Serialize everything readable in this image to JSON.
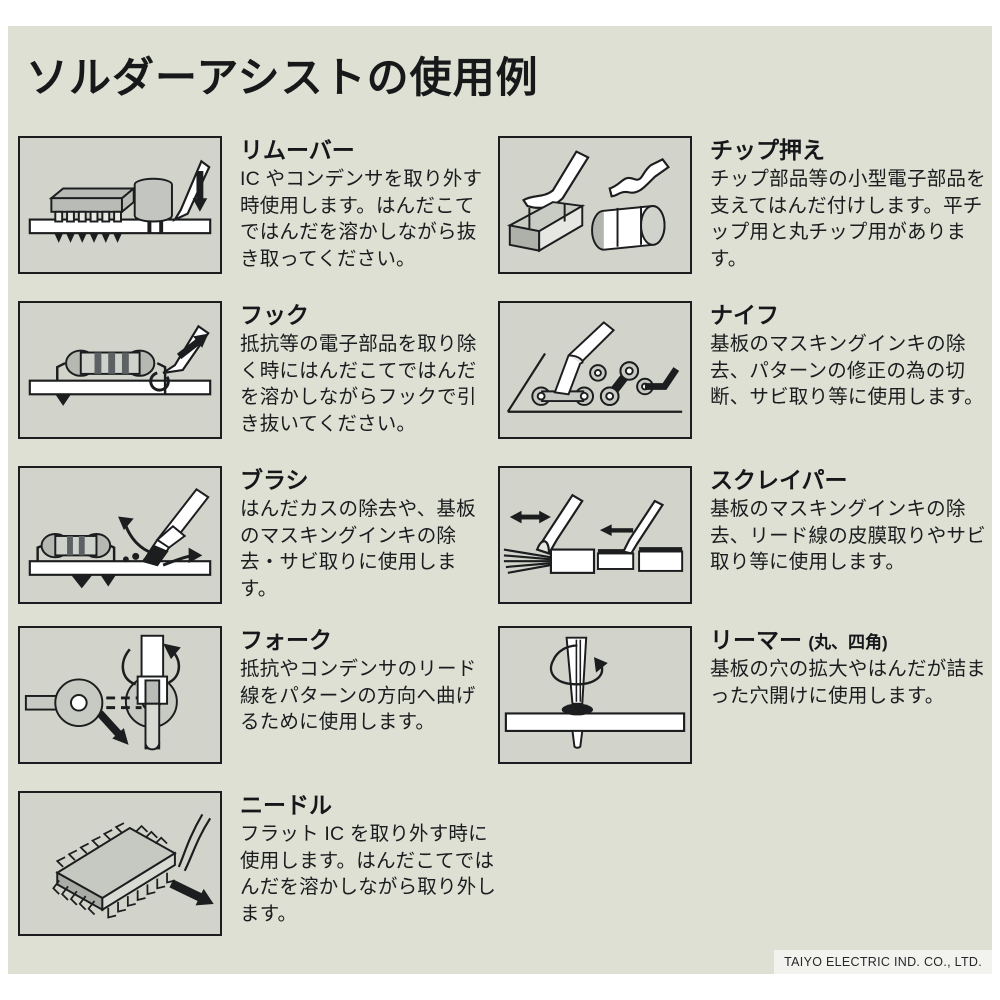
{
  "page": {
    "title": "ソルダーアシストの使用例",
    "background_color": "#dde0d2",
    "figure_background_color": "#d2d4cb",
    "border_color": "#1b1d1f"
  },
  "entries": [
    {
      "id": "remover",
      "name": "リムーバー",
      "suffix": "",
      "description": "IC やコンデンサを取り外す時使用します。はんだこてではんだを溶かしながら抜き取ってください。",
      "figure": "ic-capacitor-on-board-with-remover-tool"
    },
    {
      "id": "chip-holder",
      "name": "チップ押え",
      "suffix": "",
      "description": "チップ部品等の小型電子部品を支えてはんだ付けします。平チップ用と丸チップ用があります。",
      "figure": "flat-chip-and-round-chip-with-holder-tools"
    },
    {
      "id": "hook",
      "name": "フック",
      "suffix": "",
      "description": "抵抗等の電子部品を取り除く時にはんだこてではんだを溶かしながらフックで引き抜いてください。",
      "figure": "resistor-on-board-with-hook-tool"
    },
    {
      "id": "knife",
      "name": "ナイフ",
      "suffix": "",
      "description": "基板のマスキングインキの除去、パターンの修正の為の切断、サビ取り等に使用します。",
      "figure": "pcb-traces-with-knife-blade"
    },
    {
      "id": "brush",
      "name": "ブラシ",
      "suffix": "",
      "description": "はんだカスの除去や、基板のマスキングインキの除去・サビ取りに使用します。",
      "figure": "resistor-on-board-with-brush-sweeping"
    },
    {
      "id": "scraper",
      "name": "スクレイパー",
      "suffix": "",
      "description": "基板のマスキングインキの除去、リード線の皮膜取りやサビ取り等に使用します。",
      "figure": "wire-stripping-and-trace-scraping"
    },
    {
      "id": "fork",
      "name": "フォーク",
      "suffix": "",
      "description": "抵抗やコンデンサのリード線をパターンの方向へ曲げるために使用します。",
      "figure": "pad-and-lead-bending-with-fork"
    },
    {
      "id": "reamer",
      "name": "リーマー",
      "suffix": "(丸、四角)",
      "description": "基板の穴の拡大やはんだが詰まった穴開けに使用します。",
      "figure": "reamer-rotating-into-board-hole"
    },
    {
      "id": "needle",
      "name": "ニードル",
      "suffix": "",
      "description": "フラット IC を取り外す時に使用します。はんだこてではんだを溶かしながら取り外します。",
      "figure": "flat-ic-with-needle-tool"
    }
  ],
  "footer": {
    "company": "TAIYO ELECTRIC IND. CO., LTD."
  }
}
